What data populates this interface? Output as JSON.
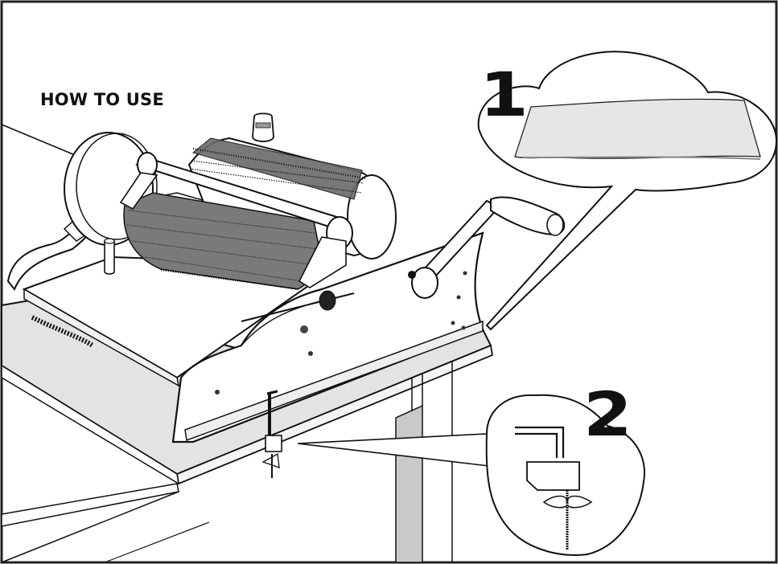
{
  "title": "HOW TO USE",
  "steps": [
    {
      "number": "1"
    },
    {
      "number": "2"
    }
  ],
  "colors": {
    "line": "#111111",
    "frame": "#222222",
    "table_shade": "#e3e3e3",
    "leg_shade": "#c9c9c9",
    "fiber_batt": "#e6e6e6",
    "background": "#ffffff"
  },
  "icons": {
    "machine": "drum-carder-illustration",
    "callout_1": "fiber-batt-icon",
    "callout_2": "table-clamp-icon"
  }
}
